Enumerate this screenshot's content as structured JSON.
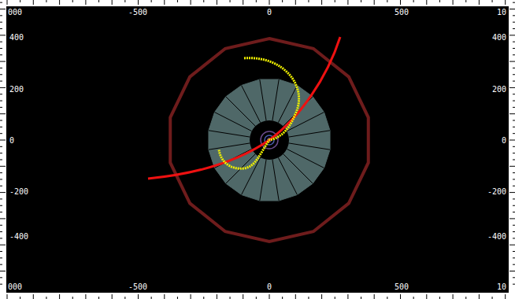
{
  "diagram": {
    "labels": [
      "000",
      "-500",
      "0",
      "500",
      "10",
      "400",
      "200",
      "0",
      "-200",
      "-400",
      "400",
      "200",
      "0",
      "-200",
      "-400",
      "000",
      "-500",
      "0",
      "500",
      "10"
    ]
  }
}
